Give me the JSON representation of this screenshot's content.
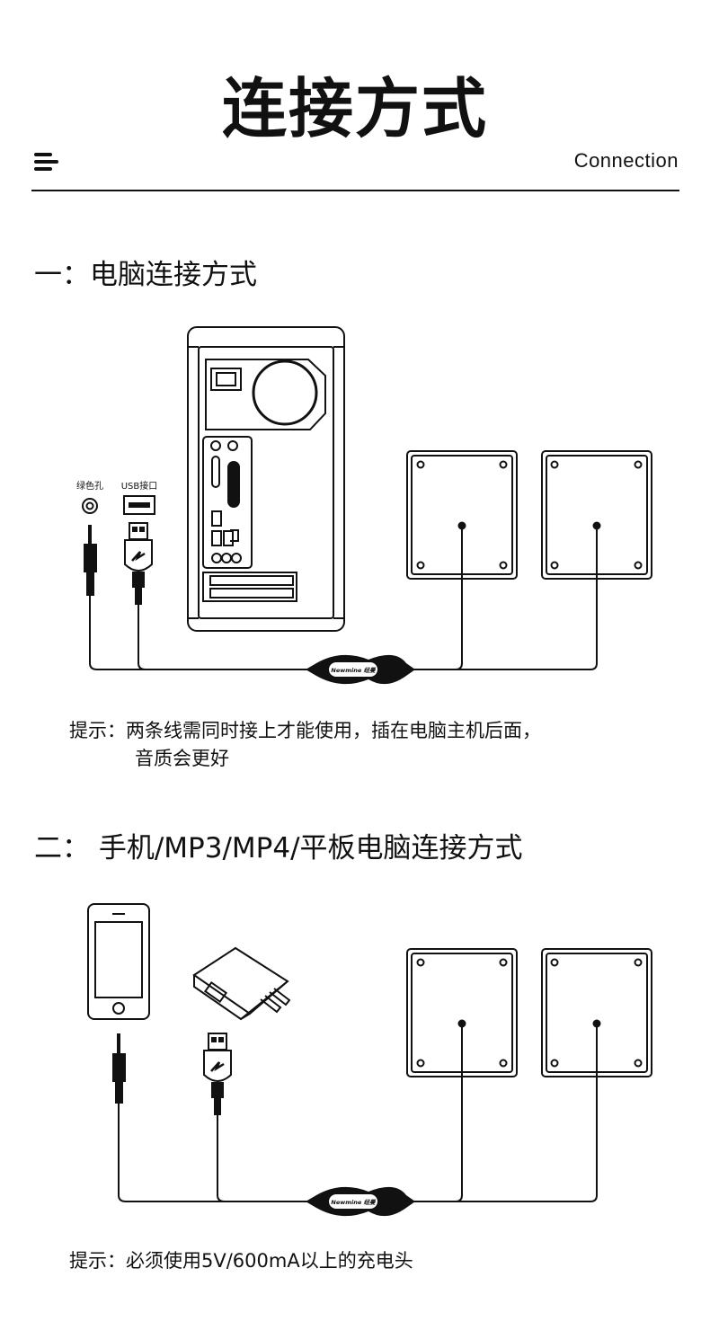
{
  "header": {
    "title": "连接方式",
    "subtitle": "Connection"
  },
  "section1": {
    "heading": "一：电脑连接方式",
    "label_green_jack": "绿色孔",
    "label_usb_port": "USB接口",
    "controller_brand": "Newmine 纽曼",
    "tip_line1": "提示：两条线需同时接上才能使用，插在电脑主机后面，",
    "tip_line2": "音质会更好"
  },
  "section2": {
    "heading": "二： 手机/MP3/MP4/平板电脑连接方式",
    "controller_brand": "Newmine 纽曼",
    "tip": "提示：必须使用5V/600mA以上的充电头"
  },
  "icons": [
    "menu-icon",
    "desktop-tower-icon",
    "audio-jack-icon",
    "usb-port-icon",
    "audio-plug-icon",
    "usb-plug-icon",
    "speaker-icon",
    "inline-controller-icon",
    "smartphone-icon",
    "power-adapter-icon"
  ],
  "colors": {
    "ink": "#111111",
    "background": "#ffffff"
  }
}
